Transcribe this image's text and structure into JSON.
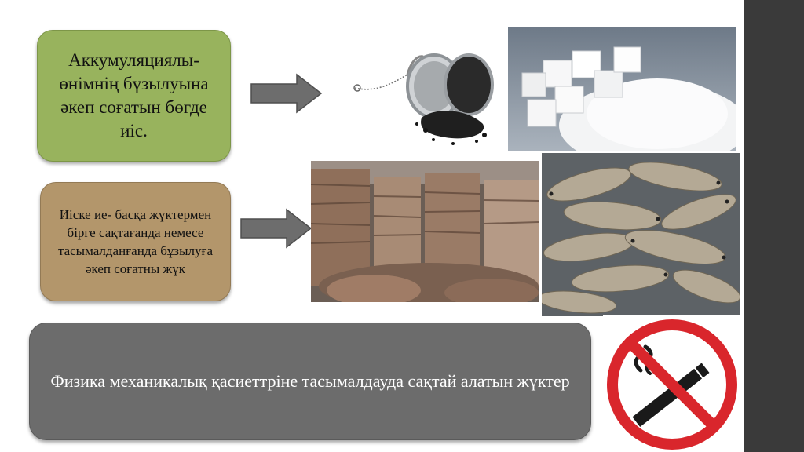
{
  "boxes": {
    "odor_text": "Аккумуляциялы- өнімнің бұзылуына әкеп соғатын бөгде иіс.",
    "cargo_text": "Иіске ие- басқа жүктермен бірге сақтағанда немесе тасымалданғанда бұзылуға әкеп соғатны жүк",
    "physical_text": "Физика механикалық қасиеттріне тасымалдауда сақтай алатын жүктер"
  },
  "colors": {
    "green_box": "#98b35d",
    "brown_box": "#b3966b",
    "gray_box": "#6c6c6c",
    "arrow": "#6d6d6d",
    "sidebar": "#3a3a3a",
    "no_sign_red": "#d9262c"
  },
  "icons": [
    "right-arrow-icon",
    "no-smoking-icon"
  ],
  "images": [
    "tea-infuser-photo",
    "sugar-photo",
    "hides-photo",
    "fish-photo"
  ]
}
